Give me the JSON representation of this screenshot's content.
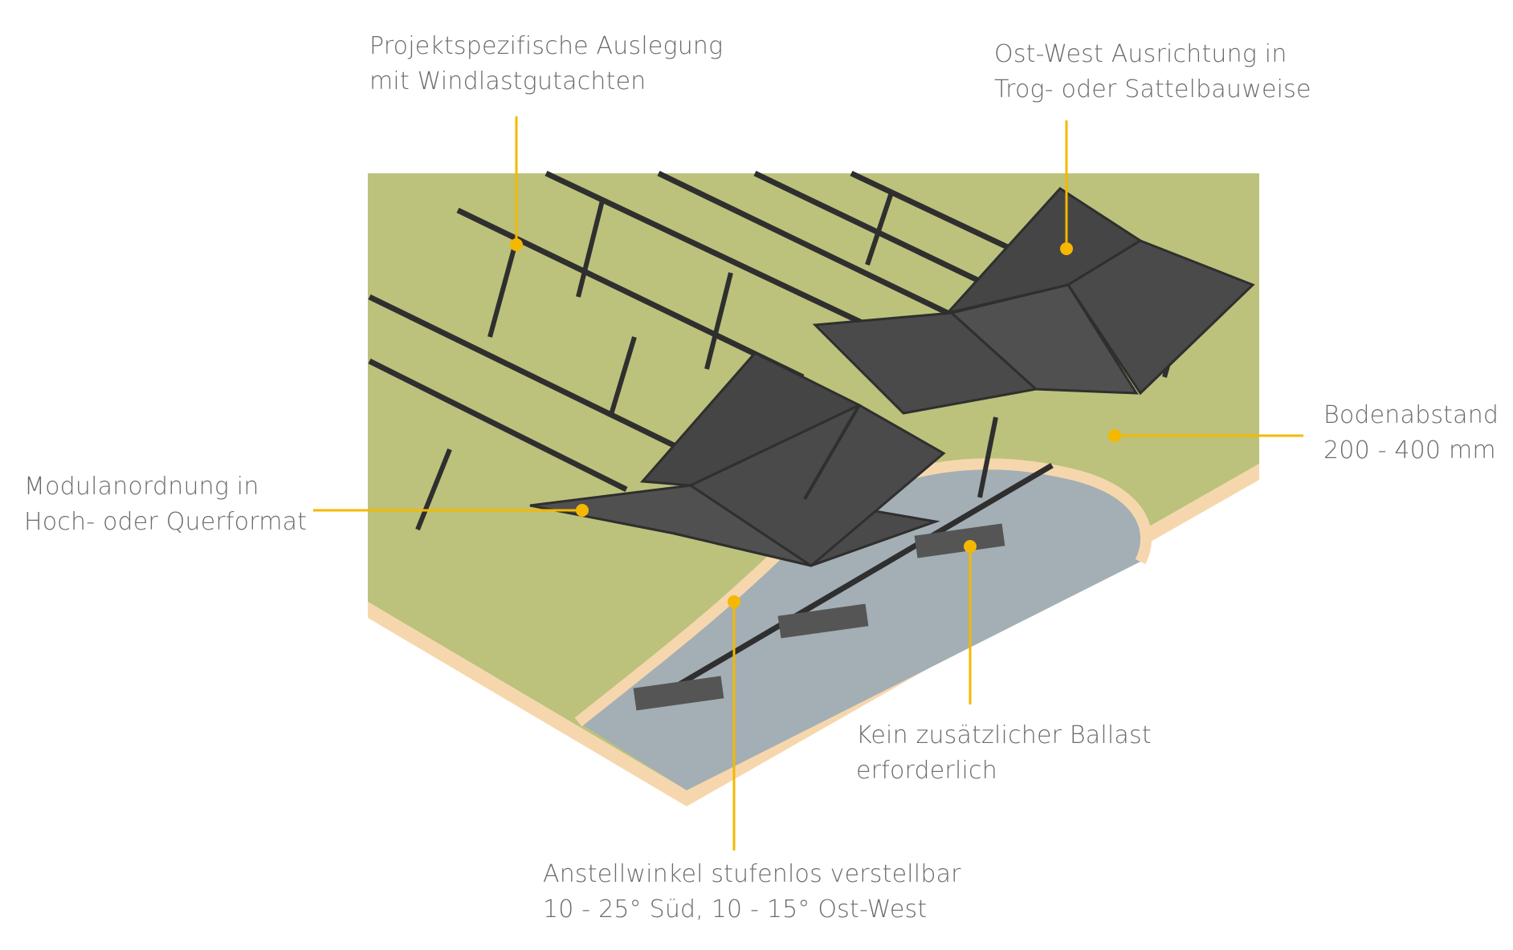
{
  "accent_color": "#f5b800",
  "colors": {
    "ground": "#bcc27b",
    "ground_edge": "#f6d7ad",
    "concrete": "#a3afb4",
    "panel": "#4a4a4a",
    "frame": "#2f2f2f"
  },
  "annotations": {
    "design": {
      "line1": "Projektspezifische Auslegung",
      "line2": "mit Windlastgutachten"
    },
    "orientation": {
      "line1": "Ost-West Ausrichtung in",
      "line2": "Trog- oder Sattelbauweise"
    },
    "clearance": {
      "line1": "Bodenabstand",
      "line2": "200 - 400 mm"
    },
    "module": {
      "line1": "Modulanordnung in",
      "line2": "Hoch- oder Querformat"
    },
    "ballast": {
      "line1": "Kein zusätzlicher Ballast",
      "line2": "erforderlich"
    },
    "angle": {
      "line1": "Anstellwinkel stufenlos verstellbar",
      "line2": "10 - 25° Süd, 10 - 15° Ost-West"
    }
  }
}
